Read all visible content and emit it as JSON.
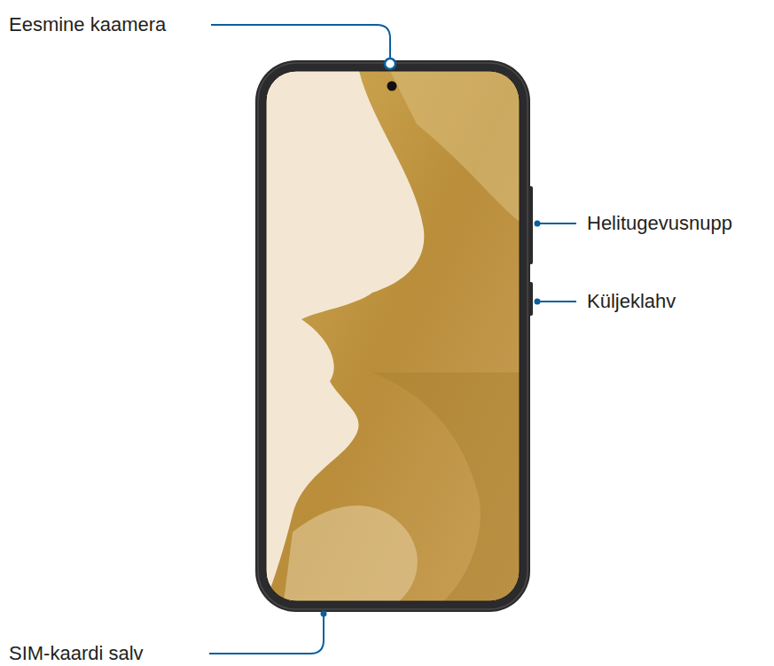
{
  "diagram": {
    "labels": [
      "Eesmine kaamera",
      "Helitugevusnupp",
      "Küljeklahv",
      "SIM-kaardi salv"
    ]
  }
}
